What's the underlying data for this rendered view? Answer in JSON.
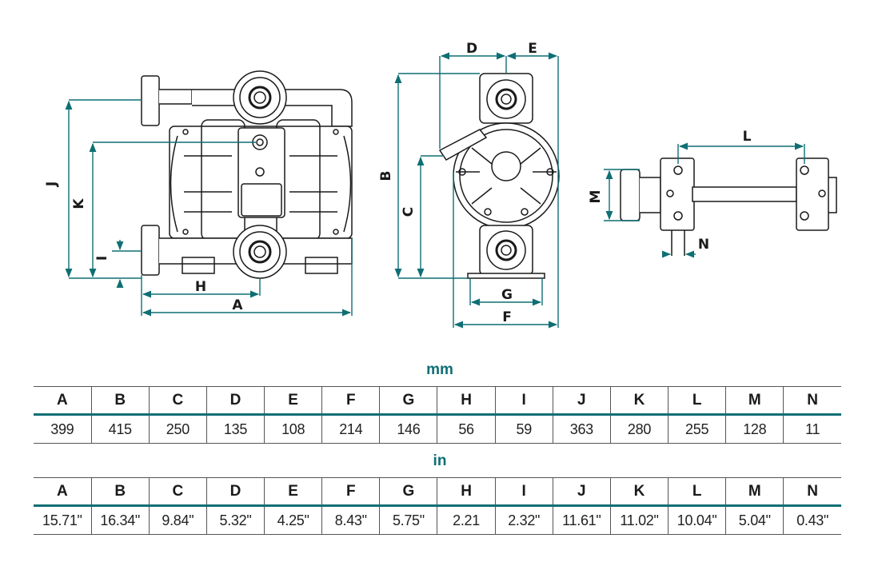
{
  "dimension_labels": {
    "A": "A",
    "B": "B",
    "C": "C",
    "D": "D",
    "E": "E",
    "F": "F",
    "G": "G",
    "H": "H",
    "I": "I",
    "J": "J",
    "K": "K",
    "L": "L",
    "M": "M",
    "N": "N"
  },
  "colors": {
    "accent": "#0e6f74",
    "line": "#1a1a1a",
    "table_rule": "#555555"
  },
  "tables": {
    "mm": {
      "title": "mm",
      "headers": [
        "A",
        "B",
        "C",
        "D",
        "E",
        "F",
        "G",
        "H",
        "I",
        "J",
        "K",
        "L",
        "M",
        "N"
      ],
      "values": [
        "399",
        "415",
        "250",
        "135",
        "108",
        "214",
        "146",
        "56",
        "59",
        "363",
        "280",
        "255",
        "128",
        "11"
      ]
    },
    "in": {
      "title": "in",
      "headers": [
        "A",
        "B",
        "C",
        "D",
        "E",
        "F",
        "G",
        "H",
        "I",
        "J",
        "K",
        "L",
        "M",
        "N"
      ],
      "values": [
        "15.71\"",
        "16.34\"",
        "9.84\"",
        "5.32\"",
        "4.25\"",
        "8.43\"",
        "5.75\"",
        "2.21",
        "2.32\"",
        "11.61\"",
        "11.02\"",
        "10.04\"",
        "5.04\"",
        "0.43\""
      ]
    }
  }
}
